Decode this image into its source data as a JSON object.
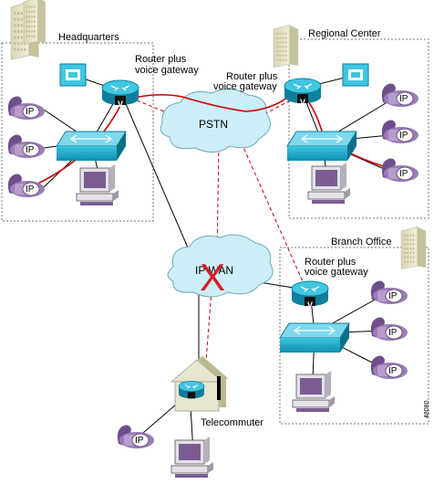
{
  "sites": {
    "headquarters": {
      "label": "Headquarters",
      "router_label_1": "Router plus",
      "router_label_2": "voice gateway"
    },
    "regional": {
      "label": "Regional Center",
      "router_label_1": "Router plus",
      "router_label_2": "voice gateway"
    },
    "branch": {
      "label": "Branch Office",
      "router_label_1": "Router plus",
      "router_label_2": "voice gateway"
    },
    "telecommuter": {
      "label": "Telecommuter"
    }
  },
  "clouds": {
    "pstn": "PSTN",
    "ipwan": "IP WAN"
  },
  "phone_label": "IP",
  "voice_badge": "V",
  "failure_mark": "X",
  "figure_id": "48080",
  "colors": {
    "call_path": "#cc0000",
    "device": "#19a9c9",
    "dashed": "#cc0000",
    "cloud": "#cdeef6",
    "phone": "#8c6fa6"
  }
}
